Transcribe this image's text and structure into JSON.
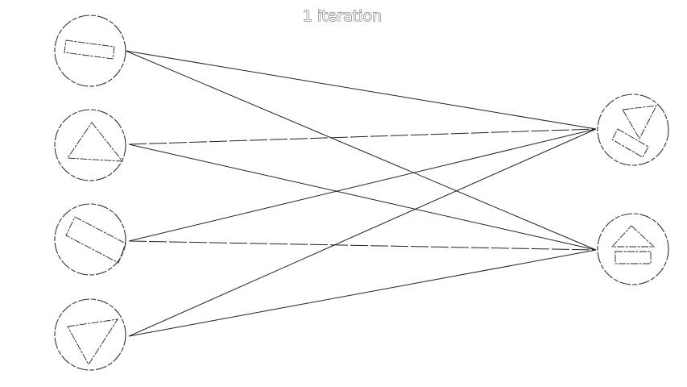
{
  "title": "1 iteration",
  "line_color": "#222222",
  "left_nodes": [
    {
      "id": "L1",
      "shape": "rectangle"
    },
    {
      "id": "L2",
      "shape": "triangle"
    },
    {
      "id": "L3",
      "shape": "rectangle"
    },
    {
      "id": "L4",
      "shape": "triangle"
    }
  ],
  "right_nodes": [
    {
      "id": "R1",
      "shape": "triangle-and-rectangle"
    },
    {
      "id": "R2",
      "shape": "triangle-and-rectangle"
    }
  ],
  "edges": [
    {
      "from": "L1",
      "to": "R1",
      "style": "solid"
    },
    {
      "from": "L1",
      "to": "R2",
      "style": "solid"
    },
    {
      "from": "L2",
      "to": "R1",
      "style": "dashed"
    },
    {
      "from": "L2",
      "to": "R2",
      "style": "solid"
    },
    {
      "from": "L3",
      "to": "R1",
      "style": "solid"
    },
    {
      "from": "L3",
      "to": "R2",
      "style": "dashed"
    },
    {
      "from": "L4",
      "to": "R1",
      "style": "solid"
    },
    {
      "from": "L4",
      "to": "R2",
      "style": "solid"
    }
  ]
}
